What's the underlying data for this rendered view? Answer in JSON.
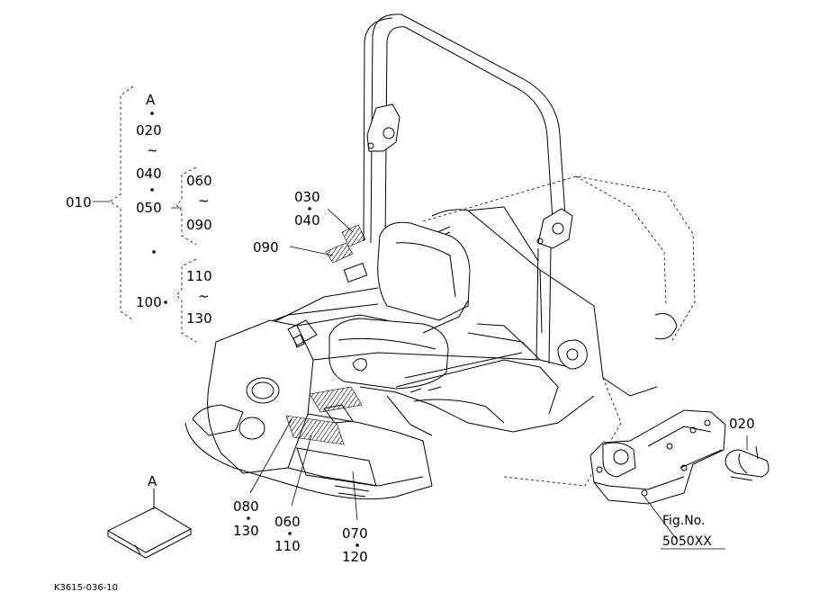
{
  "labels": {
    "a_top": "A",
    "p020": "020",
    "tilde1": "~",
    "p040": "040",
    "p050": "050",
    "p010": "010",
    "p100": "100",
    "p060a": "060",
    "tilde2": "~",
    "p090a": "090",
    "p110a": "110",
    "tilde3": "~",
    "p130a": "130",
    "p030": "030",
    "p040b": "040",
    "p090b": "090",
    "p080": "080",
    "p130b": "130",
    "p060b": "060",
    "p110b": "110",
    "p070": "070",
    "p120": "120",
    "p020b": "020",
    "a_bottom": "A",
    "fig_label": "Fig.No.",
    "fig_no": "5050XX",
    "drawing_code": "K3615-036-10"
  }
}
